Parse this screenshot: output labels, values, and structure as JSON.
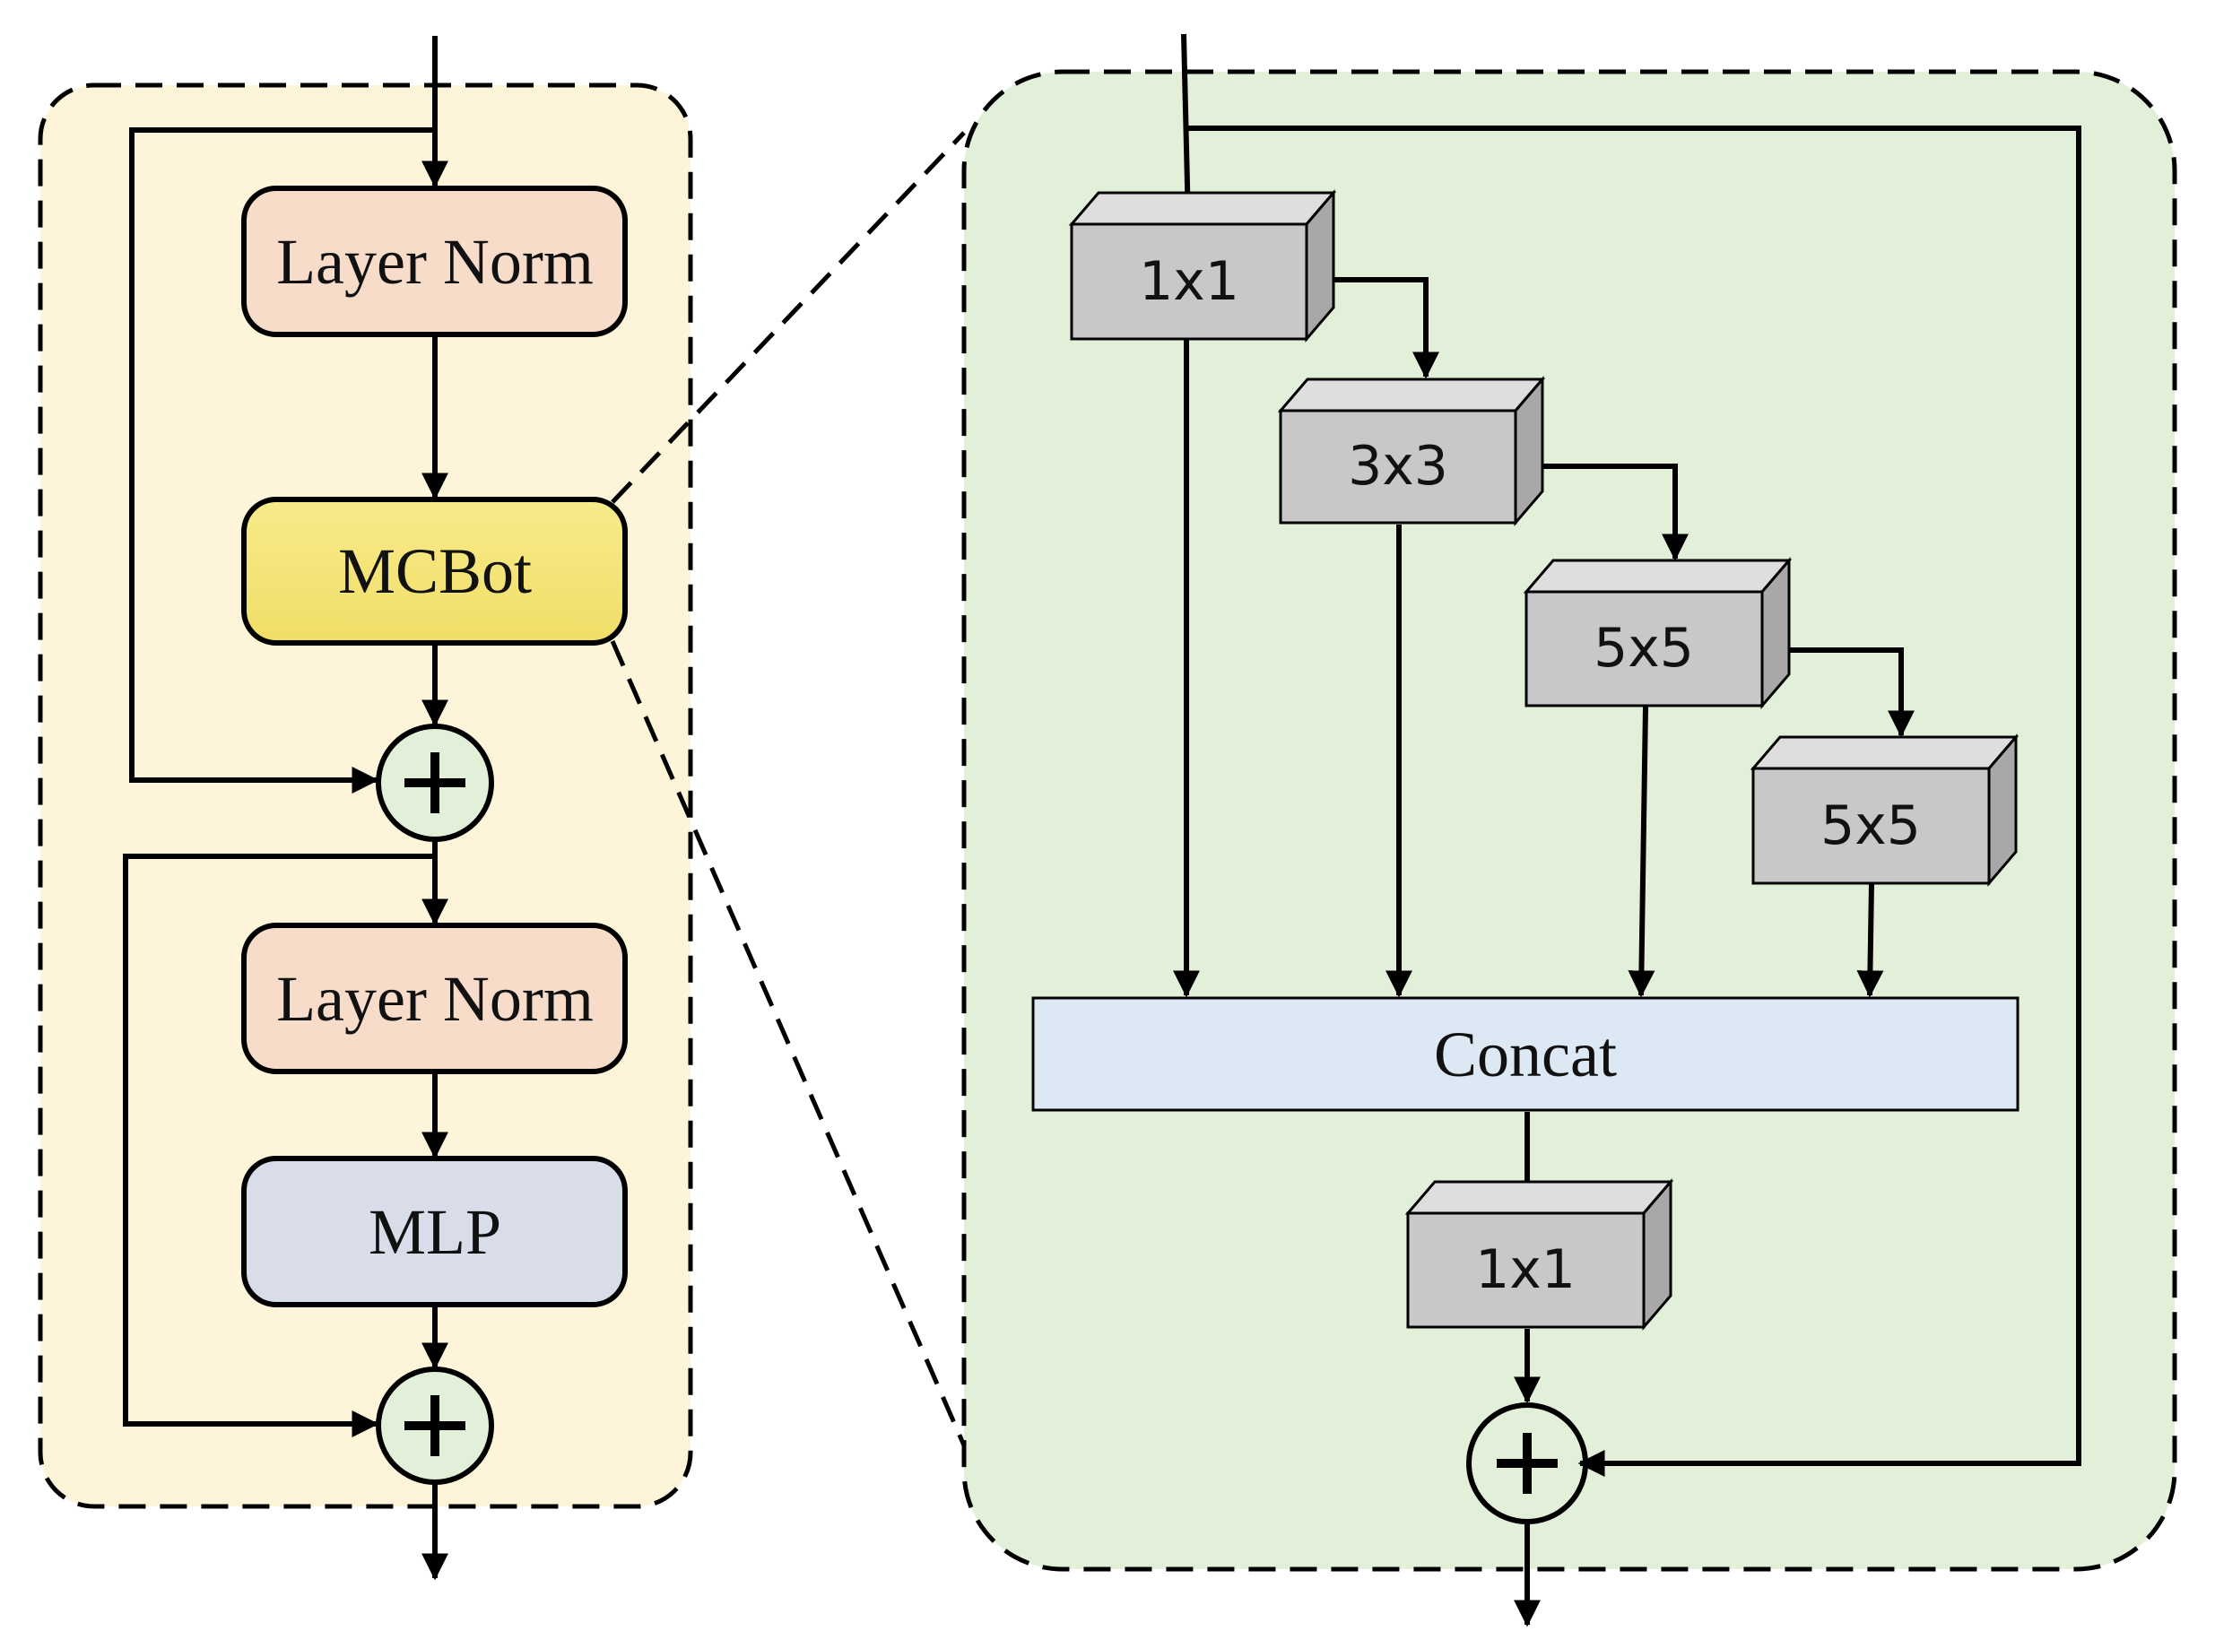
{
  "left_block": {
    "layer_norm_1": "Layer Norm",
    "mcbot": "MCBot",
    "layer_norm_2": "Layer Norm",
    "mlp": "MLP",
    "add_symbol": "+"
  },
  "right_block": {
    "conv_1x1_top": "1x1",
    "conv_3x3": "3x3",
    "conv_5x5_a": "5x5",
    "conv_5x5_b": "5x5",
    "concat": "Concat",
    "conv_1x1_bottom": "1x1",
    "add_symbol": "+"
  },
  "colors": {
    "left_panel_fill": "#fdf4d9",
    "right_panel_fill": "#e2efd9",
    "layer_norm_fill": "#f8dcca",
    "mcbot_fill": "#f5e47a",
    "mlp_fill": "#d8dde9",
    "add_fill": "#e2efd9",
    "conv_front": "#c8c8c8",
    "conv_top": "#dedede",
    "conv_side": "#a8a8a8",
    "concat_fill": "#dce8f4"
  }
}
